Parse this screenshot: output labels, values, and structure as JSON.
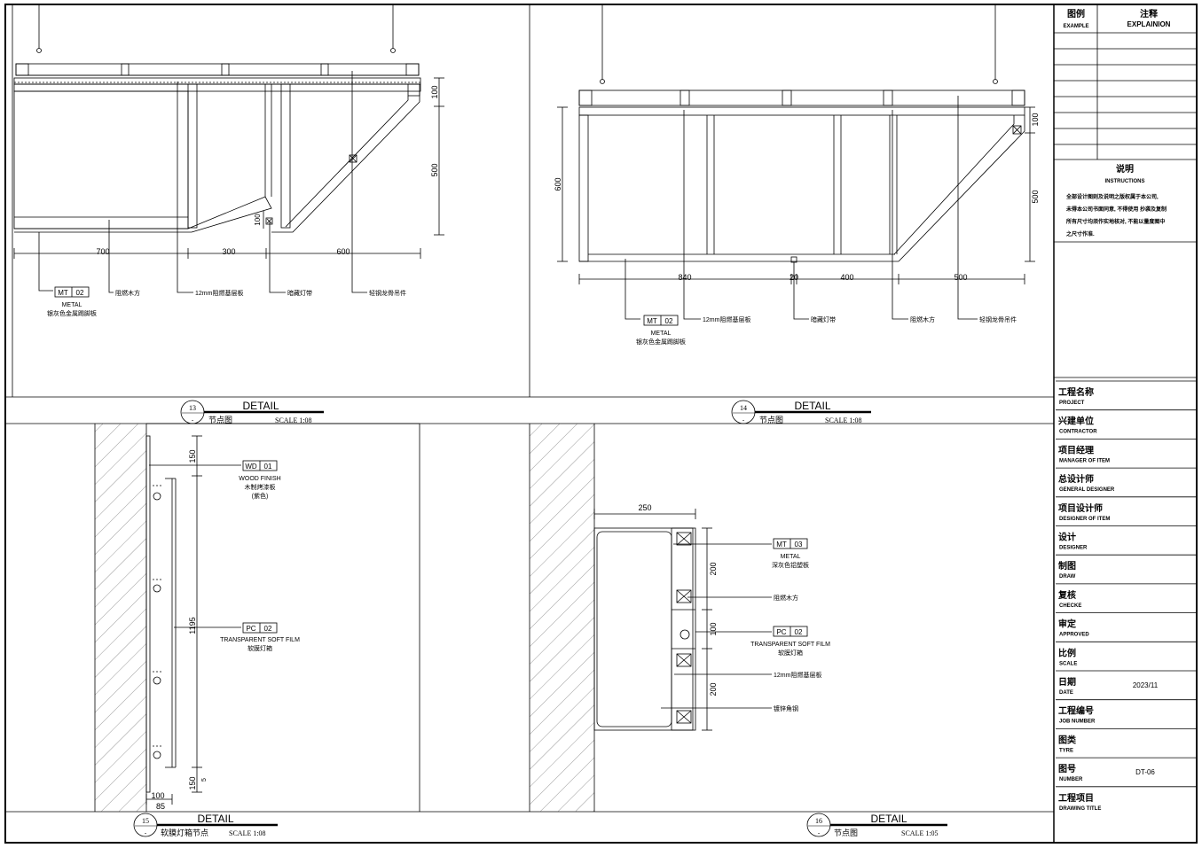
{
  "legend": {
    "example_cn": "图例",
    "example_en": "EXAMPLE",
    "explain_cn": "注释",
    "explain_en": "EXPLAINION",
    "instr_cn": "说明",
    "instr_en": "INSTRUCTIONS",
    "instr_lines": [
      "全部设计图则及说明之版权属于本公司,",
      "未得本公司书面同意, 不得使用 抄袭及复制",
      "所有尺寸均须作实地核对, 不能以量度图中",
      "之尺寸作准."
    ]
  },
  "title_block": [
    {
      "cn": "工程名称",
      "en": "PROJECT",
      "value": ""
    },
    {
      "cn": "兴建单位",
      "en": "CONTRACTOR",
      "value": ""
    },
    {
      "cn": "项目经理",
      "en": "MANAGER OF ITEM",
      "value": ""
    },
    {
      "cn": "总设计师",
      "en": "GENERAL DESIGNER",
      "value": ""
    },
    {
      "cn": "项目设计师",
      "en": "DESIGNER OF ITEM",
      "value": ""
    },
    {
      "cn": "设计",
      "en": "DESIGNER",
      "value": ""
    },
    {
      "cn": "制图",
      "en": "DRAW",
      "value": ""
    },
    {
      "cn": "复核",
      "en": "CHECKE",
      "value": ""
    },
    {
      "cn": "审定",
      "en": "APPROVED",
      "value": ""
    },
    {
      "cn": "比例",
      "en": "SCALE",
      "value": ""
    },
    {
      "cn": "日期",
      "en": "DATE",
      "value": "2023/11"
    },
    {
      "cn": "工程编号",
      "en": "JOB NUMBER",
      "value": ""
    },
    {
      "cn": "图类",
      "en": "TYRE",
      "value": ""
    },
    {
      "cn": "图号",
      "en": "NUMBER",
      "value": "DT-06"
    },
    {
      "cn": "工程项目",
      "en": "DRAWING TITLE",
      "value": ""
    }
  ],
  "details": {
    "d13": {
      "num": "13",
      "sub": "-",
      "title": "DETAIL",
      "name": "节点图",
      "scale": "SCALE 1:08"
    },
    "d14": {
      "num": "14",
      "sub": "-",
      "title": "DETAIL",
      "name": "节点图",
      "scale": "SCALE 1:08"
    },
    "d15": {
      "num": "15",
      "sub": "-",
      "title": "DETAIL",
      "name": "软膜灯箱节点",
      "scale": "SCALE 1:08"
    },
    "d16": {
      "num": "16",
      "sub": "-",
      "title": "DETAIL",
      "name": "节点图",
      "scale": "SCALE 1:05"
    }
  },
  "d13": {
    "dims": [
      "700",
      "300",
      "600",
      "100",
      "500",
      "100"
    ],
    "tag": {
      "code": "MT",
      "num": "02",
      "en": "METAL",
      "cn": "银灰色金属踢脚板"
    },
    "labels": [
      "阻燃木方",
      "12mm阻燃基层板",
      "暗藏灯带",
      "轻钢龙骨吊件"
    ]
  },
  "d14": {
    "dims": [
      "840",
      "20",
      "400",
      "500",
      "600",
      "100",
      "500"
    ],
    "tag": {
      "code": "MT",
      "num": "02",
      "en": "METAL",
      "cn": "银灰色金属踢脚板"
    },
    "labels": [
      "12mm阻燃基层板",
      "暗藏灯带",
      "阻燃木方",
      "轻钢龙骨吊件"
    ]
  },
  "d15": {
    "dims": [
      "150",
      "1195",
      "150",
      "5",
      "100",
      "85"
    ],
    "tag_wd": {
      "code": "WD",
      "num": "01",
      "en": "WOOD FINISH",
      "cn": "木制烤漆板",
      "cn2": "(紫色)"
    },
    "tag_pc": {
      "code": "PC",
      "num": "02",
      "en": "TRANSPARENT SOFT FILM",
      "cn": "软膜灯箱"
    }
  },
  "d16": {
    "dims": [
      "250",
      "200",
      "100",
      "200"
    ],
    "tag_mt": {
      "code": "MT",
      "num": "03",
      "en": "METAL",
      "cn": "深灰色铝塑板"
    },
    "tag_pc": {
      "code": "PC",
      "num": "02",
      "en": "TRANSPARENT SOFT FILM",
      "cn": "软膜灯箱"
    },
    "labels": [
      "阻燃木方",
      "12mm阻燃基层板",
      "镀锌角钢"
    ]
  }
}
